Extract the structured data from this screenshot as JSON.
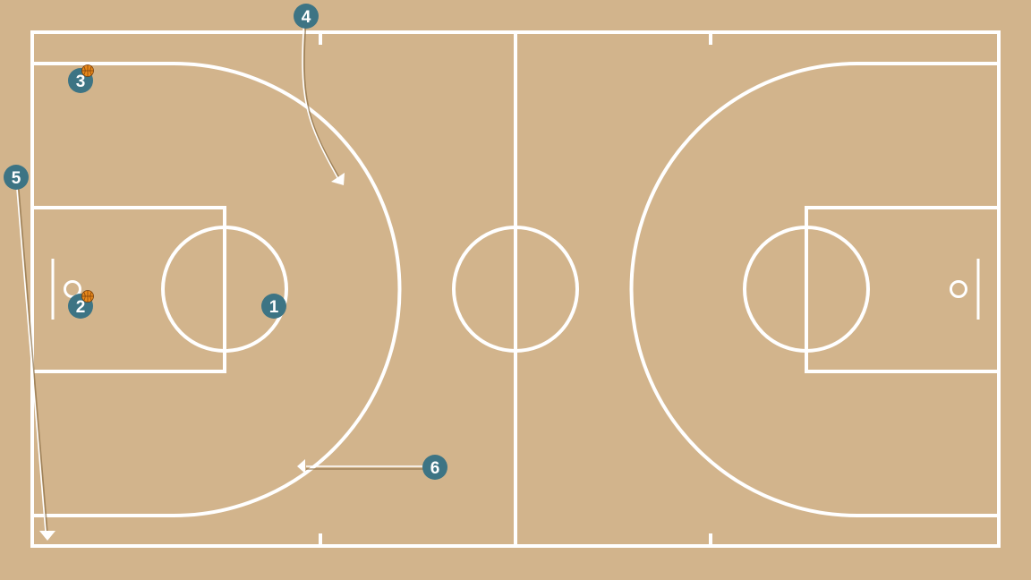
{
  "diagram": {
    "court_color": "#d2b48c",
    "line_color": "#ffffff",
    "player_color": "#3d7484",
    "ball_color": "#e8891c",
    "players": [
      {
        "id": "p1",
        "label": "1",
        "has_ball": false
      },
      {
        "id": "p2",
        "label": "2",
        "has_ball": true
      },
      {
        "id": "p3",
        "label": "3",
        "has_ball": true
      },
      {
        "id": "p4",
        "label": "4",
        "has_ball": false
      },
      {
        "id": "p5",
        "label": "5",
        "has_ball": false
      },
      {
        "id": "p6",
        "label": "6",
        "has_ball": false
      }
    ],
    "movements": [
      {
        "player": "4",
        "style": "curved-cut"
      },
      {
        "player": "5",
        "style": "straight-cut"
      },
      {
        "player": "6",
        "style": "straight-cut"
      }
    ]
  }
}
